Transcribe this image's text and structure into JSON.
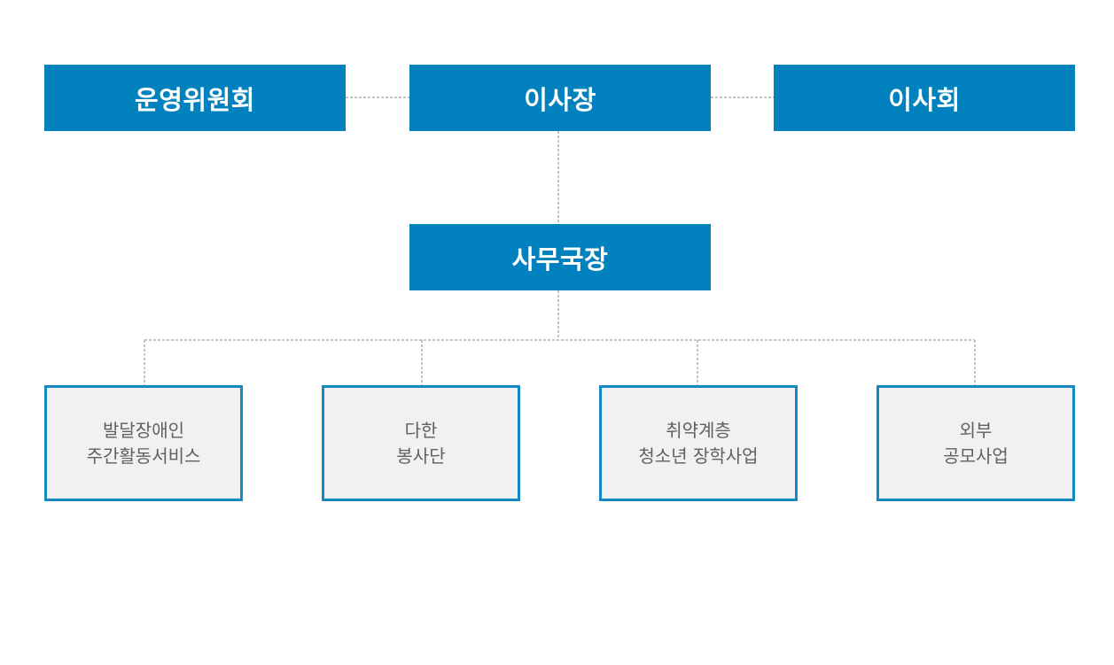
{
  "org_chart": {
    "committee": "운영위원회",
    "chairman": "이사장",
    "board": "이사회",
    "secretary_general": "사무국장",
    "units": [
      {
        "line1": "발달장애인",
        "line2": "주간활동서비스"
      },
      {
        "line1": "다한",
        "line2": "봉사단"
      },
      {
        "line1": "취약계층",
        "line2": "청소년 장학사업"
      },
      {
        "line1": "외부",
        "line2": "공모사업"
      }
    ]
  },
  "colors": {
    "primary_box": "#0182bf",
    "unit_border": "#1588c6",
    "unit_fill": "#f2f1f1",
    "unit_text": "#606060",
    "connector": "#c4c4c4"
  }
}
